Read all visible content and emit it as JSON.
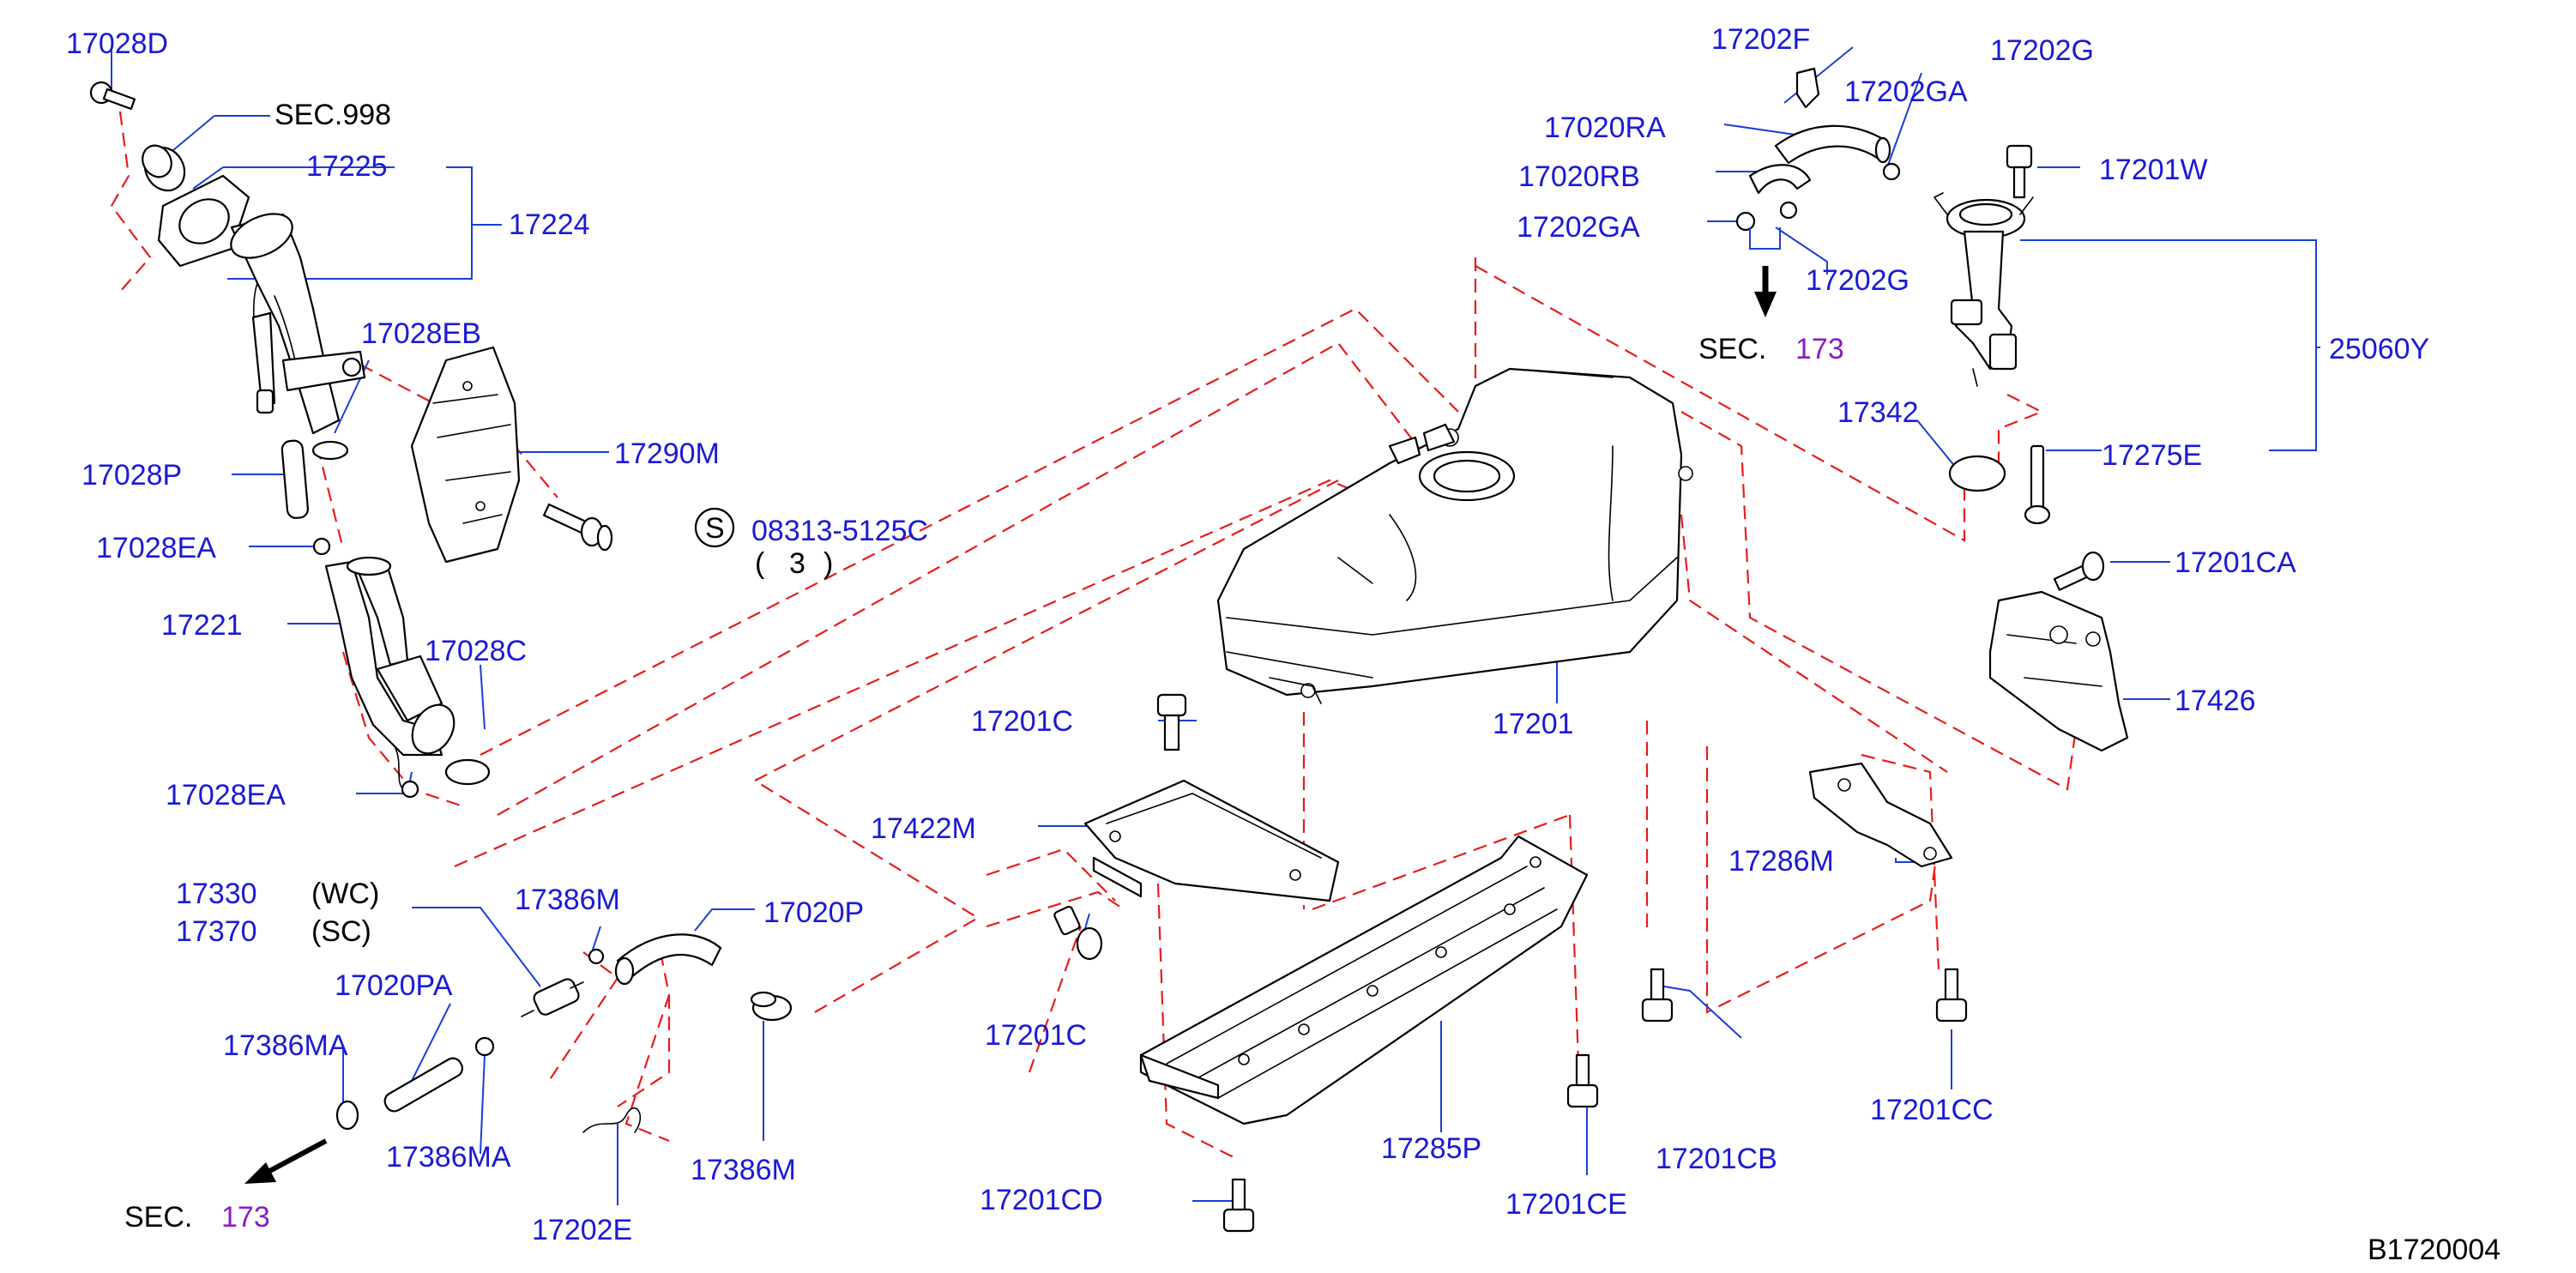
{
  "labels": {
    "p17028D": "17028D",
    "sec998": "SEC.998",
    "p17225": "17225",
    "p17224": "17224",
    "p17028EB": "17028EB",
    "p17290M": "17290M",
    "p17028P": "17028P",
    "p08313": "08313-5125C",
    "qty_open": "(",
    "qty_num": "3",
    "qty_close": ")",
    "s_mark": "S",
    "p17028EA_a": "17028EA",
    "p17221": "17221",
    "p17028C": "17028C",
    "p17028EA_b": "17028EA",
    "p17330": "17330",
    "wc": "(WC)",
    "p17370": "17370",
    "sc": "(SC)",
    "p17386M_a": "17386M",
    "p17020P": "17020P",
    "p17020PA": "17020PA",
    "p17386MA_a": "17386MA",
    "p17386MA_b": "17386MA",
    "sec_bottom": "SEC.",
    "sec_bottom_num": "173",
    "p17202E": "17202E",
    "p17386M_b": "17386M",
    "p17202F": "17202F",
    "p17202G_top": "17202G",
    "p17202GA_top": "17202GA",
    "p17020RA": "17020RA",
    "p17020RB": "17020RB",
    "p17202GA": "17202GA",
    "p17202G": "17202G",
    "p17201W": "17201W",
    "sec_top": "SEC.",
    "sec_top_num": "173",
    "p25060Y": "25060Y",
    "p17342": "17342",
    "p17275E": "17275E",
    "p17201CA": "17201CA",
    "p17426": "17426",
    "p17201C_a": "17201C",
    "p17201": "17201",
    "p17422M": "17422M",
    "p17286M": "17286M",
    "p17201C_b": "17201C",
    "p17285P": "17285P",
    "p17201CB": "17201CB",
    "p17201CC": "17201CC",
    "p17201CD": "17201CD",
    "p17201CE": "17201CE",
    "diagram_id": "B1720004"
  },
  "colors": {
    "part_number": "#1a1ad6",
    "reference": "#8a1cc8",
    "phantom_line": "#e81c1c",
    "outline": "#000000"
  }
}
